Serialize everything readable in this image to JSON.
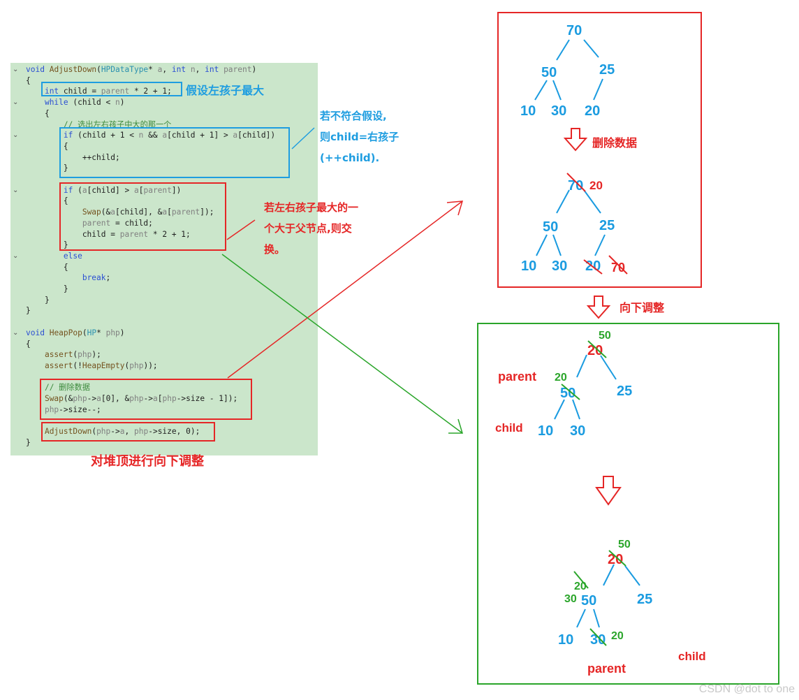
{
  "code": {
    "lines": [
      {
        "fold": "v",
        "text": "void AdjustDown(HPDataType* a, int n, int parent)"
      },
      {
        "fold": "",
        "text": "{"
      },
      {
        "fold": "",
        "text": "    int child = parent * 2 + 1;"
      },
      {
        "fold": "v",
        "text": "    while (child < n)"
      },
      {
        "fold": "",
        "text": "    {"
      },
      {
        "fold": "",
        "text": "        // 选出左右孩子中大的那一个"
      },
      {
        "fold": "v",
        "text": "        if (child + 1 < n && a[child + 1] > a[child])"
      },
      {
        "fold": "",
        "text": "        {"
      },
      {
        "fold": "",
        "text": "            ++child;"
      },
      {
        "fold": "",
        "text": "        }"
      },
      {
        "fold": "",
        "text": ""
      },
      {
        "fold": "v",
        "text": "        if (a[child] > a[parent])"
      },
      {
        "fold": "",
        "text": "        {"
      },
      {
        "fold": "",
        "text": "            Swap(&a[child], &a[parent]);"
      },
      {
        "fold": "",
        "text": "            parent = child;"
      },
      {
        "fold": "",
        "text": "            child = parent * 2 + 1;"
      },
      {
        "fold": "",
        "text": "        }"
      },
      {
        "fold": "v",
        "text": "        else"
      },
      {
        "fold": "",
        "text": "        {"
      },
      {
        "fold": "",
        "text": "            break;"
      },
      {
        "fold": "",
        "text": "        }"
      },
      {
        "fold": "",
        "text": "    }"
      },
      {
        "fold": "",
        "text": "}"
      },
      {
        "fold": "",
        "text": ""
      },
      {
        "fold": "v",
        "text": "void HeapPop(HP* php)"
      },
      {
        "fold": "",
        "text": "{"
      },
      {
        "fold": "",
        "text": "    assert(php);"
      },
      {
        "fold": "",
        "text": "    assert(!HeapEmpty(php));"
      },
      {
        "fold": "",
        "text": ""
      },
      {
        "fold": "",
        "text": "    // 删除数据"
      },
      {
        "fold": "",
        "text": "    Swap(&php->a[0], &php->a[php->size - 1]);"
      },
      {
        "fold": "",
        "text": "    php->size--;"
      },
      {
        "fold": "",
        "text": ""
      },
      {
        "fold": "",
        "text": "    AdjustDown(php->a, php->size, 0);"
      },
      {
        "fold": "",
        "text": "}"
      }
    ]
  },
  "notes": {
    "assume_left": "假设左孩子最大",
    "if_not": "若不符合假设,\n则child=右孩子\n(++child).",
    "swap_note": "若左右孩子最大的一\n个大于父节点,则交\n换。",
    "heap_top": "对堆顶进行向下调整",
    "delete_data": "删除数据",
    "adjust_down": "向下调整"
  },
  "tree1": {
    "root": "70",
    "l": "50",
    "r": "25",
    "ll": "10",
    "lr": "30",
    "rl": "20"
  },
  "tree2": {
    "root": "70",
    "root_new": "20",
    "l": "50",
    "r": "25",
    "ll": "10",
    "lr": "30",
    "rl": "20",
    "rl_new": "70"
  },
  "tree3": {
    "root": "20",
    "root_new": "50",
    "l": "50",
    "l_new": "20",
    "r": "25",
    "ll": "10",
    "lr": "30",
    "parent_label": "parent",
    "child_label": "child"
  },
  "tree4": {
    "root": "20",
    "root_new": "50",
    "l": "50",
    "l_new1": "20",
    "l_new2": "30",
    "r": "25",
    "ll": "10",
    "lr": "30",
    "lr_new": "20",
    "parent_label": "parent",
    "child_label": "child"
  },
  "colors": {
    "blue_node": "#1a9be0",
    "red": "#e52626",
    "green": "#2aa52a",
    "panel_bg": "#cbe6cb",
    "code_blue_box": "#1e9de0"
  },
  "watermark": "CSDN @dot to one"
}
